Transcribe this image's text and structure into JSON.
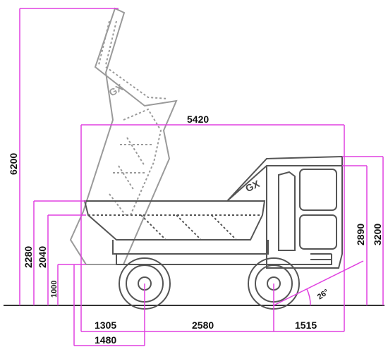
{
  "dimensions": {
    "overall_length": "5420",
    "max_tipping_height": "6200",
    "height_2280": "2280",
    "height_2040": "2040",
    "height_1000": "1000",
    "front_overhang": "1305",
    "wheelbase": "2580",
    "rear_overhang": "1515",
    "skip_overhang": "1480",
    "cab_height": "2890",
    "overall_height": "3200",
    "approach_angle": "26°"
  },
  "logo": {
    "mark": "GX"
  },
  "colors": {
    "dimension_line": "#e040e0",
    "vehicle_line": "#555555",
    "tipped_skip": "#9a9a9a",
    "ground": "#333333"
  }
}
